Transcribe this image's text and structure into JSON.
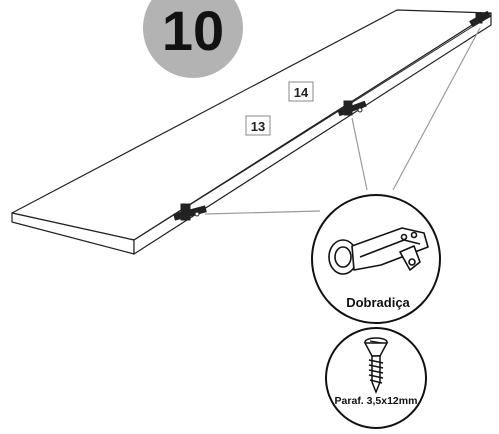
{
  "step": {
    "number": "10",
    "badge_color": "#b3b3b3"
  },
  "part_labels": {
    "top_panel": "14",
    "bottom_panel": "13"
  },
  "callouts": {
    "hinge": {
      "label": "Dobradiça",
      "icon": "hinge-icon"
    },
    "screw": {
      "label": "Paraf. 3,5x12mm",
      "icon": "screw-icon"
    }
  },
  "colors": {
    "line": "#222222",
    "leader": "#9a9a9a"
  }
}
